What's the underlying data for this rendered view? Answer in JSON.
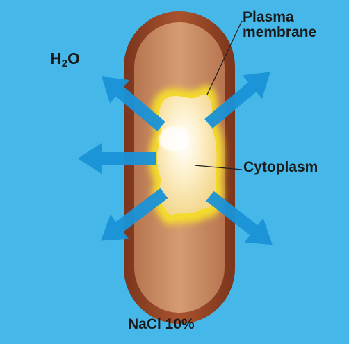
{
  "labels": {
    "water_main": "H",
    "water_sub": "2",
    "water_end": "O",
    "plasma_line1": "Plasma",
    "plasma_line2": "membrane",
    "cytoplasm": "Cytoplasm",
    "solution": "NaCl 10%"
  },
  "colors": {
    "background": "#45b7e8",
    "cell_wall": "#9b4a2a",
    "cell_interior": "#c98a5f",
    "cytoplasm": "#fbe6b0",
    "membrane_glow": "#f7df2a",
    "arrows": "#1a93d8"
  },
  "arrow_icon": "outward-arrow-icon"
}
